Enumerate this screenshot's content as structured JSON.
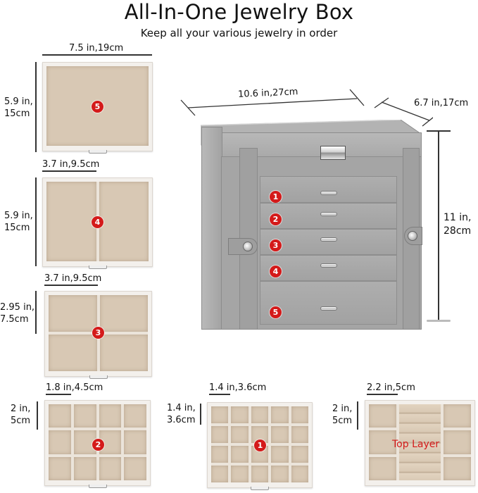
{
  "header": {
    "title": "All-In-One Jewelry Box",
    "subtitle": "Keep all your various jewelry in order"
  },
  "box_dimensions": {
    "width": "10.6 in,27cm",
    "depth": "6.7 in,17cm",
    "height_line1": "11 in,",
    "height_line2": "28cm"
  },
  "box_drawers": [
    {
      "number": "1"
    },
    {
      "number": "2"
    },
    {
      "number": "3"
    },
    {
      "number": "4"
    },
    {
      "number": "5"
    }
  ],
  "trays": [
    {
      "id": "drawer-5",
      "badge": "5",
      "width_label": "7.5 in,19cm",
      "height_line1": "5.9 in,",
      "height_line2": "15cm",
      "layout": "1x1"
    },
    {
      "id": "drawer-4",
      "badge": "4",
      "width_label": "3.7 in,9.5cm",
      "height_line1": "5.9 in,",
      "height_line2": "15cm",
      "layout": "2 columns"
    },
    {
      "id": "drawer-3",
      "badge": "3",
      "width_label": "3.7 in,9.5cm",
      "height_line1": "2.95 in,",
      "height_line2": "7.5cm",
      "layout": "2x2"
    },
    {
      "id": "drawer-2",
      "badge": "2",
      "width_label": "1.8 in,4.5cm",
      "height_line1": "2 in,",
      "height_line2": "5cm",
      "layout": "4x3"
    },
    {
      "id": "drawer-1",
      "badge": "1",
      "width_label": "1.4 in,3.6cm",
      "height_line1": "1.4 in,",
      "height_line2": "3.6cm",
      "layout": "5x4"
    },
    {
      "id": "top-layer",
      "badge": "Top Layer",
      "width_label": "2.2 in,5cm",
      "height_line1": "2 in,",
      "height_line2": "5cm",
      "layout": "side compartments + ring rolls"
    }
  ],
  "colors": {
    "badge_red": "#d41a1a",
    "tray_velvet": "#d8c8b4",
    "box_gray": "#a8a8a8"
  }
}
